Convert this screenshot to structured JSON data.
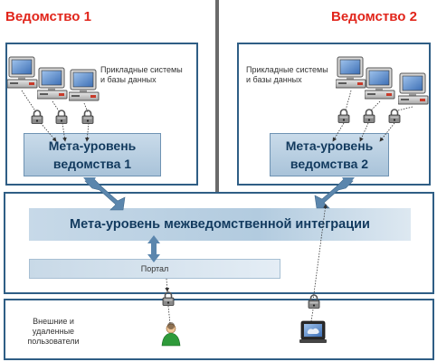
{
  "left_agency": {
    "title": "Ведомство 1",
    "systems_label": "Прикладные системы\nи базы данных",
    "meta_label": "Мета-уровень\nведомства 1"
  },
  "right_agency": {
    "title": "Ведомство 2",
    "systems_label": "Прикладные системы\nи базы данных",
    "meta_label": "Мета-уровень\nведомства 2"
  },
  "integration": {
    "label": "Мета-уровень межведомственной интеграции",
    "portal_label": "Портал"
  },
  "external": {
    "label": "Внешние и\nудаленные\nпользователи"
  },
  "colors": {
    "title_red": "#e1251b",
    "panel_border": "#2f5e85",
    "meta_fill": "#b7cde0",
    "arrow": "#5b86ad"
  }
}
